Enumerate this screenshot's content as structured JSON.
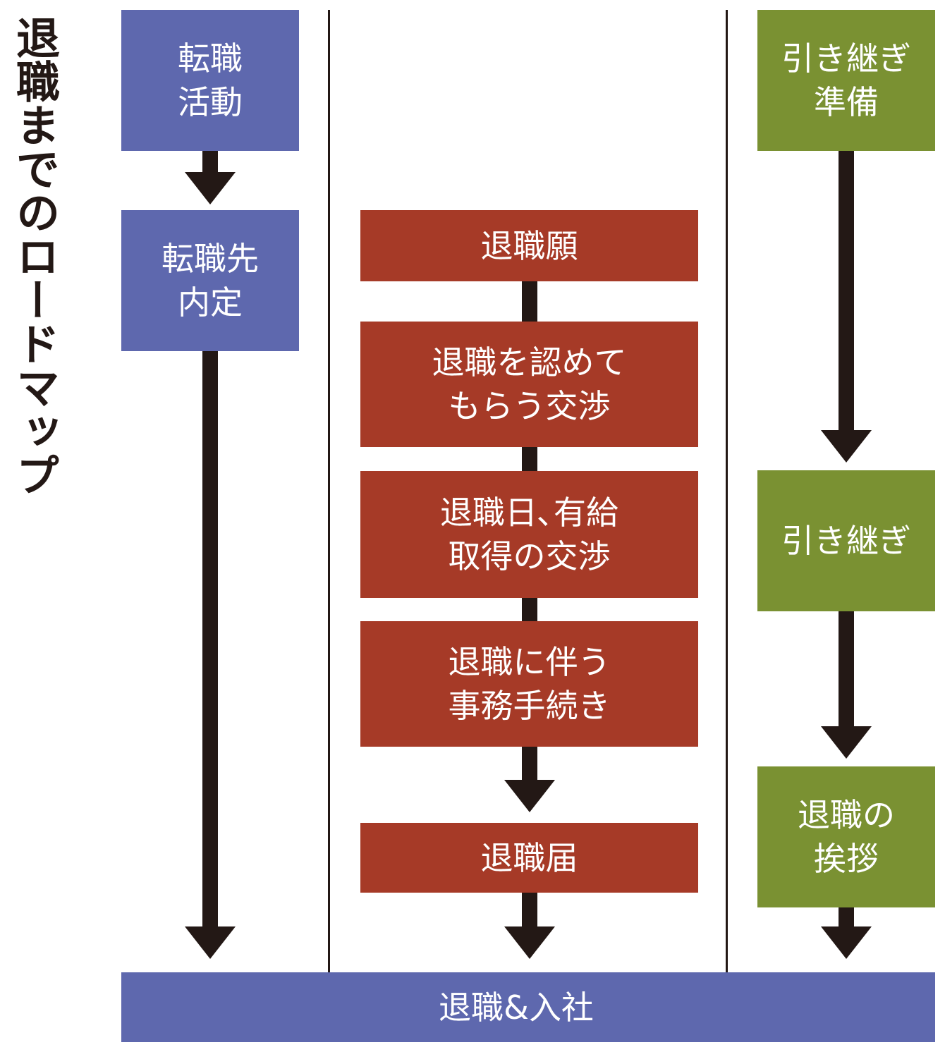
{
  "title": "退職までのロードマップ",
  "colors": {
    "blue": "#5e68ae",
    "red": "#a63a27",
    "green": "#7a9132",
    "arrow": "#231815"
  },
  "columns": {
    "job_change": {
      "steps": [
        "転職\n活動",
        "転職先\n内定"
      ]
    },
    "resignation": {
      "steps": [
        "退職願",
        "退職を認めて\nもらう交渉",
        "退職日､有給\n取得の交渉",
        "退職に伴う\n事務手続き",
        "退職届"
      ]
    },
    "handover": {
      "steps": [
        "引き継ぎ\n準備",
        "引き継ぎ",
        "退職の\n挨拶"
      ]
    }
  },
  "final": "退職&入社"
}
